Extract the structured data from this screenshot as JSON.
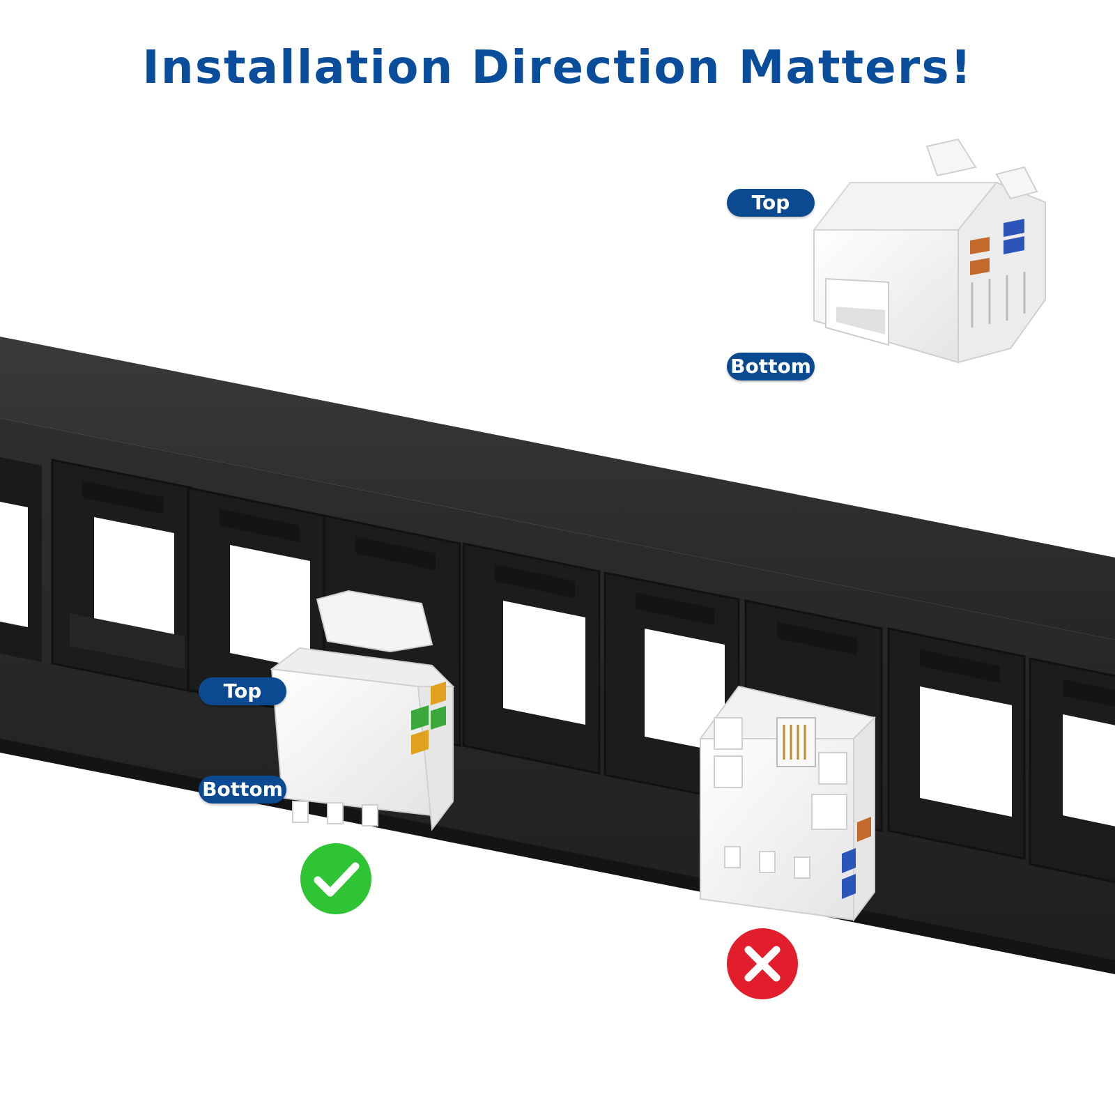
{
  "title": "Installation Direction Matters!",
  "reference_jack": {
    "top_label": "Top",
    "bottom_label": "Bottom"
  },
  "correct_install": {
    "top_label": "Top",
    "bottom_label": "Bottom",
    "status": "check-icon"
  },
  "incorrect_install": {
    "status": "cross-icon"
  },
  "colors": {
    "title": "#0a4e9b",
    "pill": "#0b4a91",
    "correct": "#2ec433",
    "incorrect": "#e21e2d",
    "panel": "#2b2b2b"
  }
}
